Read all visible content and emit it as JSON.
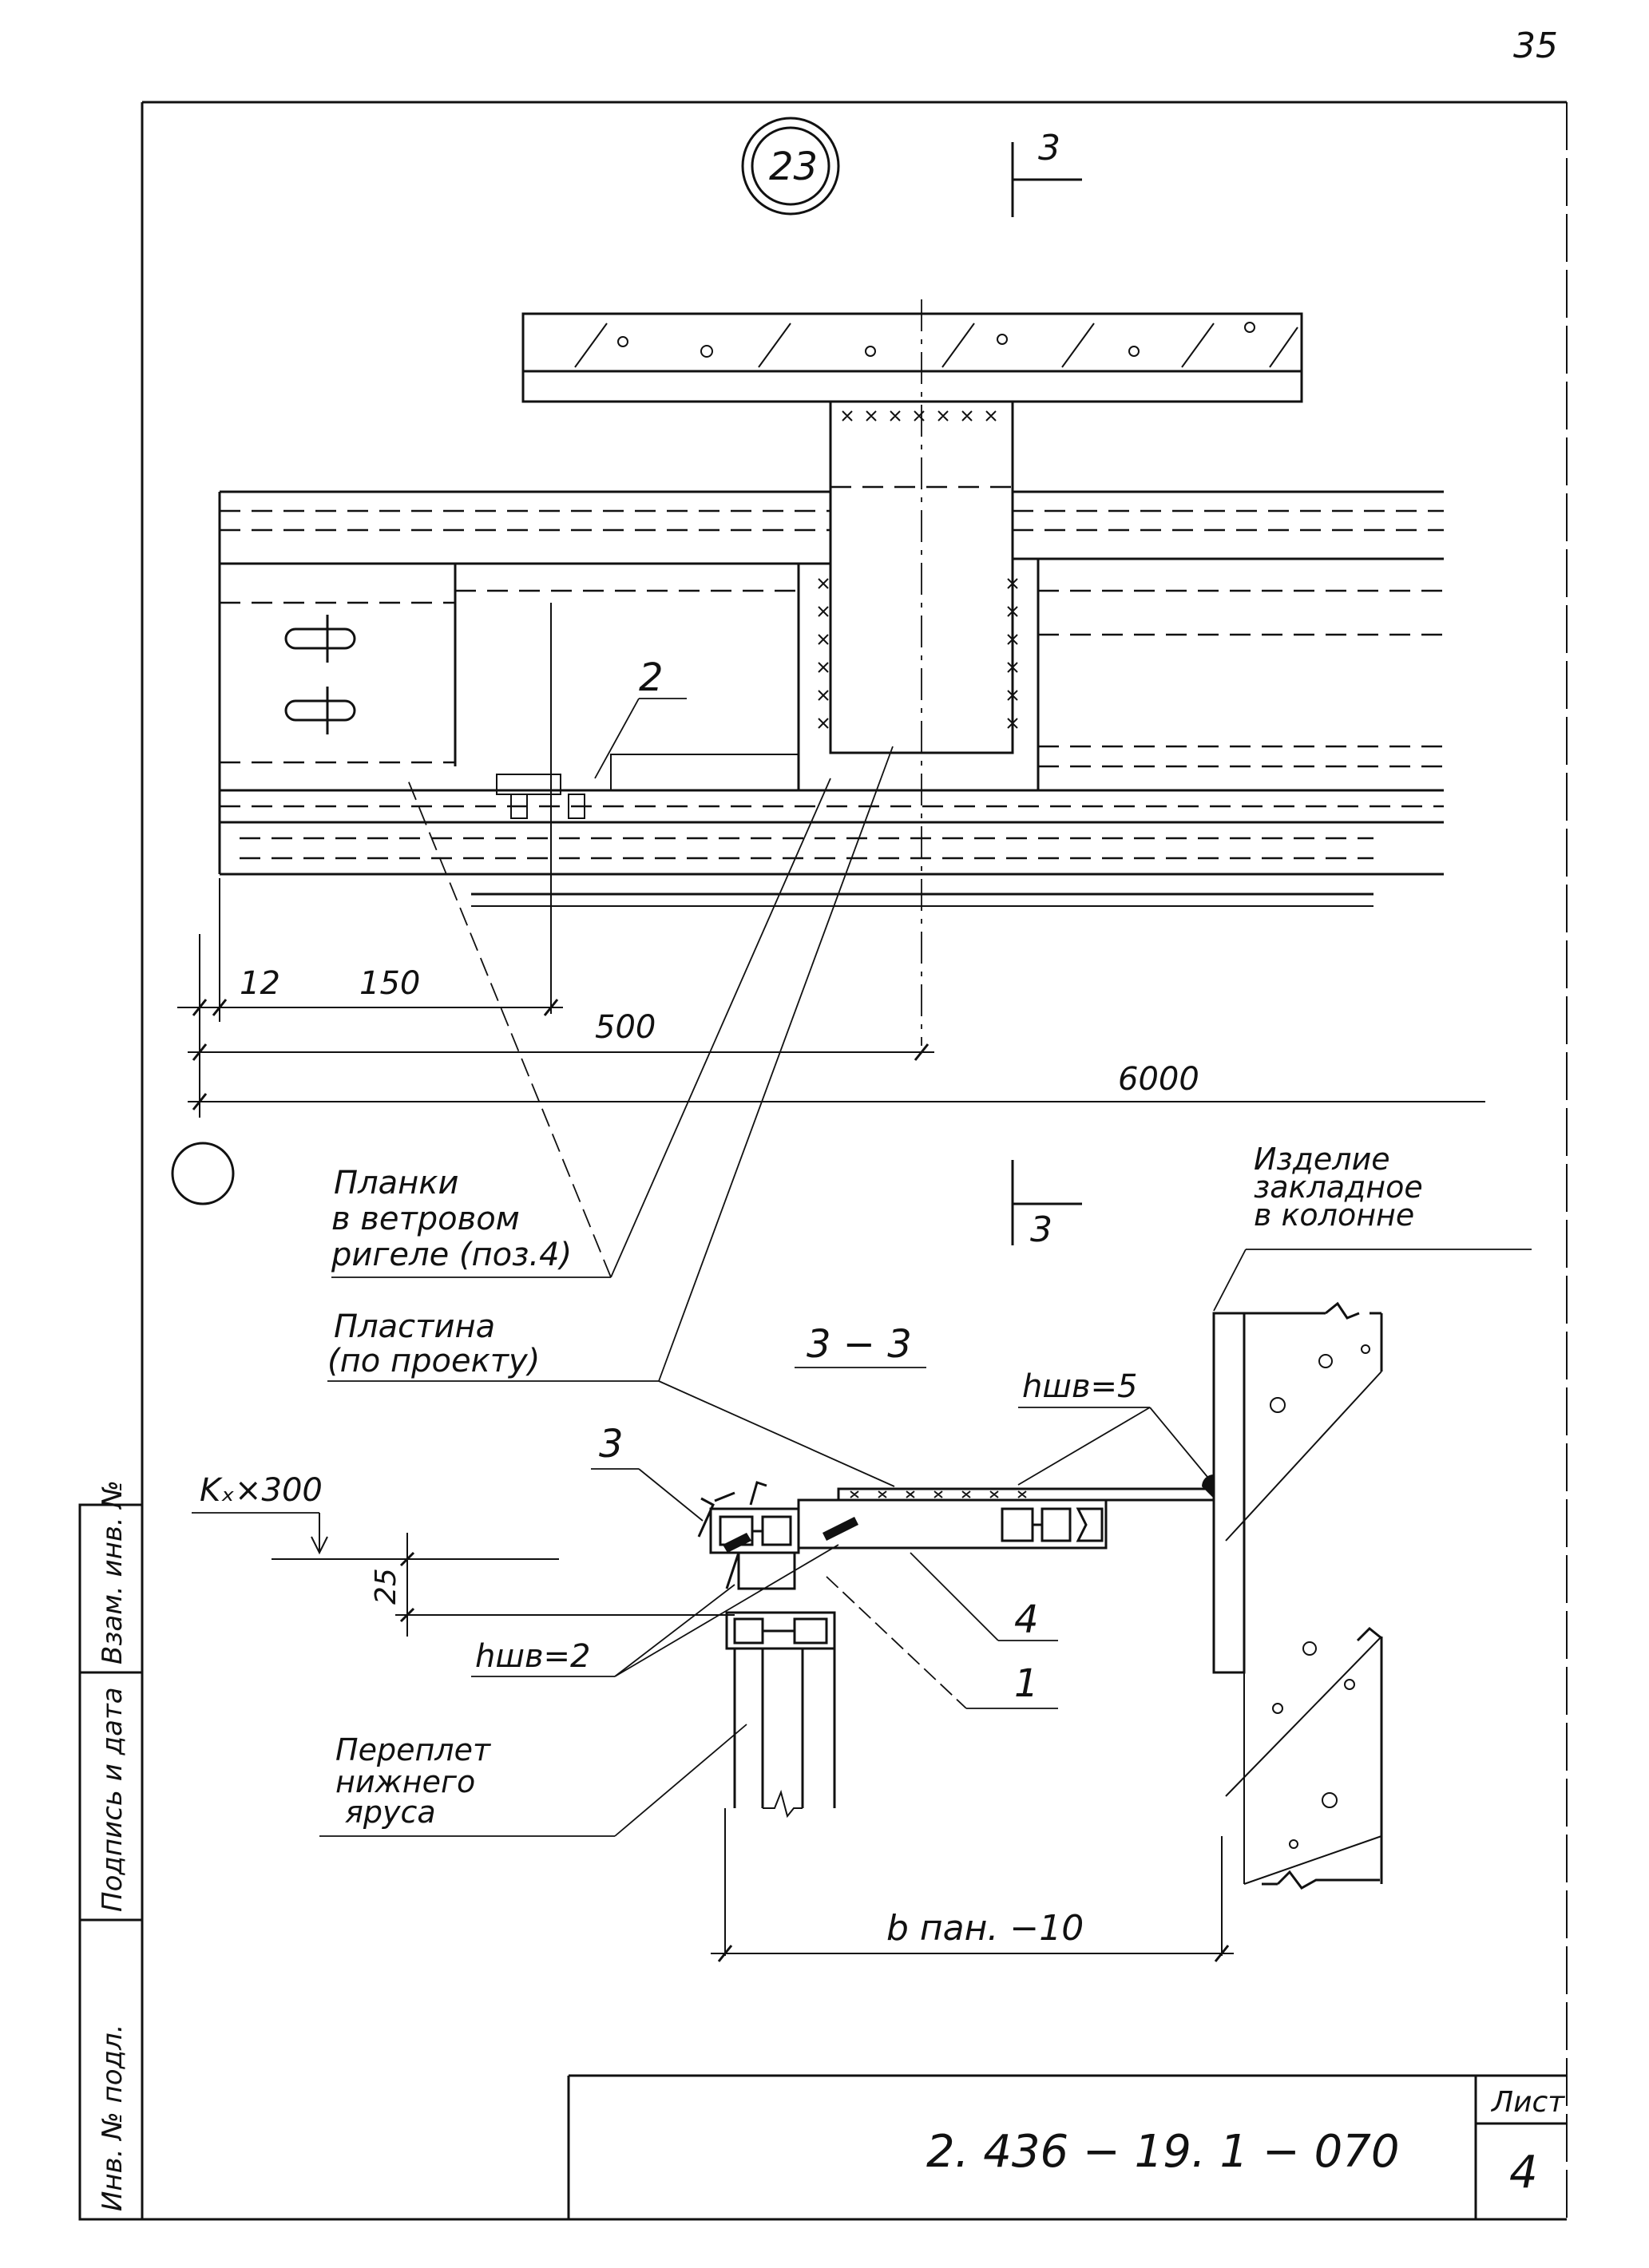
{
  "sheet": {
    "page_number": "35",
    "detail_number": "23",
    "document_code": "2. 436 − 19. 1 − 070",
    "sheet_label": "Лист",
    "sheet_number": "4"
  },
  "margin_stamp": {
    "inv_podl": "Инв. № подл.",
    "signature_date": "Подпись и дата",
    "replace_inv": "Взам. инв. №"
  },
  "section_marks": {
    "top_mark": "3",
    "bottom_mark": "3",
    "section_title": "3 − 3"
  },
  "dimensions": {
    "d12": "12",
    "d150": "150",
    "d500": "500",
    "d6000": "6000",
    "width_below": "b пан. −10",
    "kx300": "Kₓ×300",
    "d25": "25"
  },
  "callouts": {
    "pos2": "2",
    "pos3": "3",
    "pos4": "4",
    "pos1": "1",
    "weld_top": "hшв=5",
    "weld_bottom": "hшв=2",
    "planki_line1": "Планки",
    "planki_line2": "в ветровом",
    "planki_line3": "ригеле (поз.4)",
    "plastina_line1": "Пластина",
    "plastina_line2": "(по проекту)",
    "izdelie_line1": "Изделие",
    "izdelie_line2": "закладное",
    "izdelie_line3": "в колонне",
    "pereplet_line1": "Переплет",
    "pereplet_line2": "нижнего",
    "pereplet_line3": "яруса"
  }
}
